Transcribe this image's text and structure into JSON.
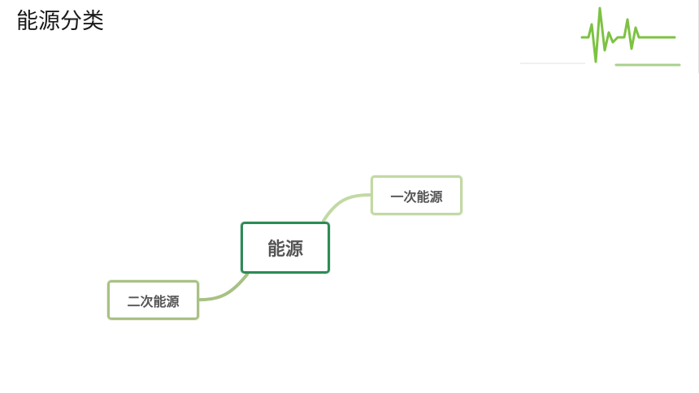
{
  "slide": {
    "title": "能源分类"
  },
  "theme": {
    "accent_green": "#2e8b57",
    "line_gold": "#d9c76a",
    "line_green": "#7dc242",
    "branch_light": "#c2d9a4",
    "branch_mid": "#a8c184"
  },
  "mindmap": {
    "root": {
      "label": "能源"
    },
    "branches": [
      {
        "label": "一次能源"
      },
      {
        "label": "二次能源"
      }
    ]
  },
  "icons": [
    "heartbeat-pulse-icon"
  ]
}
